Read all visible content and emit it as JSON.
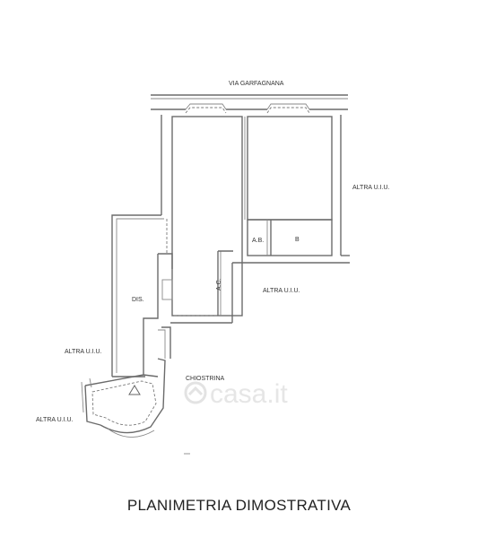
{
  "plan": {
    "street_label": "VIA GARFAGNANA",
    "neighbor_top_right": "ALTRA U.I.U.",
    "neighbor_mid_right": "ALTRA U.I.U.",
    "neighbor_left": "ALTRA U.I.U.",
    "neighbor_bottom_left": "ALTRA U.I.U.",
    "room_ab": "A.B.",
    "room_b": "B",
    "room_ac": "A.C.",
    "room_dis": "DIS.",
    "courtyard": "CHIOSTRINA"
  },
  "watermark": {
    "text": "casa.it"
  },
  "footer": {
    "title": "PLANIMETRIA DIMOSTRATIVA"
  }
}
